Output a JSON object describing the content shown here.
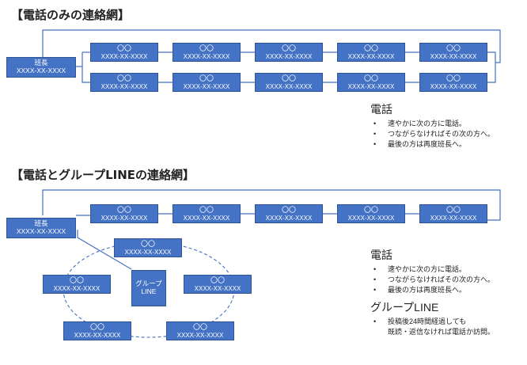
{
  "section1": {
    "title": "【電話のみの連絡網】",
    "leader": {
      "name": "班長",
      "phone": "XXXX-XX-XXXX"
    },
    "row1": [
      {
        "name": "〇〇",
        "phone": "XXXX-XX-XXXX"
      },
      {
        "name": "〇〇",
        "phone": "XXXX-XX-XXXX"
      },
      {
        "name": "〇〇",
        "phone": "XXXX-XX-XXXX"
      },
      {
        "name": "〇〇",
        "phone": "XXXX-XX-XXXX"
      },
      {
        "name": "〇〇",
        "phone": "XXXX-XX-XXXX"
      }
    ],
    "row2": [
      {
        "name": "〇〇",
        "phone": "XXXX-XX-XXXX"
      },
      {
        "name": "〇〇",
        "phone": "XXXX-XX-XXXX"
      },
      {
        "name": "〇〇",
        "phone": "XXXX-XX-XXXX"
      },
      {
        "name": "〇〇",
        "phone": "XXXX-XX-XXXX"
      },
      {
        "name": "〇〇",
        "phone": "XXXX-XX-XXXX"
      }
    ],
    "notes": {
      "heading": "電話",
      "items": [
        "速やかに次の方に電話。",
        "つながらなければその次の方へ。",
        "最後の方は再度班長へ。"
      ]
    }
  },
  "section2": {
    "title": "【電話とグループLINEの連絡網】",
    "leader": {
      "name": "班長",
      "phone": "XXXX-XX-XXXX"
    },
    "row": [
      {
        "name": "〇〇",
        "phone": "XXXX-XX-XXXX"
      },
      {
        "name": "〇〇",
        "phone": "XXXX-XX-XXXX"
      },
      {
        "name": "〇〇",
        "phone": "XXXX-XX-XXXX"
      },
      {
        "name": "〇〇",
        "phone": "XXXX-XX-XXXX"
      },
      {
        "name": "〇〇",
        "phone": "XXXX-XX-XXXX"
      }
    ],
    "group_members": [
      {
        "name": "〇〇",
        "phone": "XXXX-XX-XXXX"
      },
      {
        "name": "〇〇",
        "phone": "XXXX-XX-XXXX"
      },
      {
        "name": "〇〇",
        "phone": "XXXX-XX-XXXX"
      },
      {
        "name": "〇〇",
        "phone": "XXXX-XX-XXXX"
      },
      {
        "name": "〇〇",
        "phone": "XXXX-XX-XXXX"
      }
    ],
    "group": {
      "line1": "グループ",
      "line2": "LINE"
    },
    "notes_phone": {
      "heading": "電話",
      "items": [
        "速やかに次の方に電話。",
        "つながらなければその次の方へ。",
        "最後の方は再度班長へ。"
      ]
    },
    "notes_line": {
      "heading": "グループLINE",
      "item_line1": "投稿後24時間経過しても",
      "item_line2": "既読・返信なければ電話か訪問。"
    }
  },
  "colors": {
    "node_fill": "#4472c4",
    "node_border": "#2f5597",
    "line": "#4472c4"
  }
}
